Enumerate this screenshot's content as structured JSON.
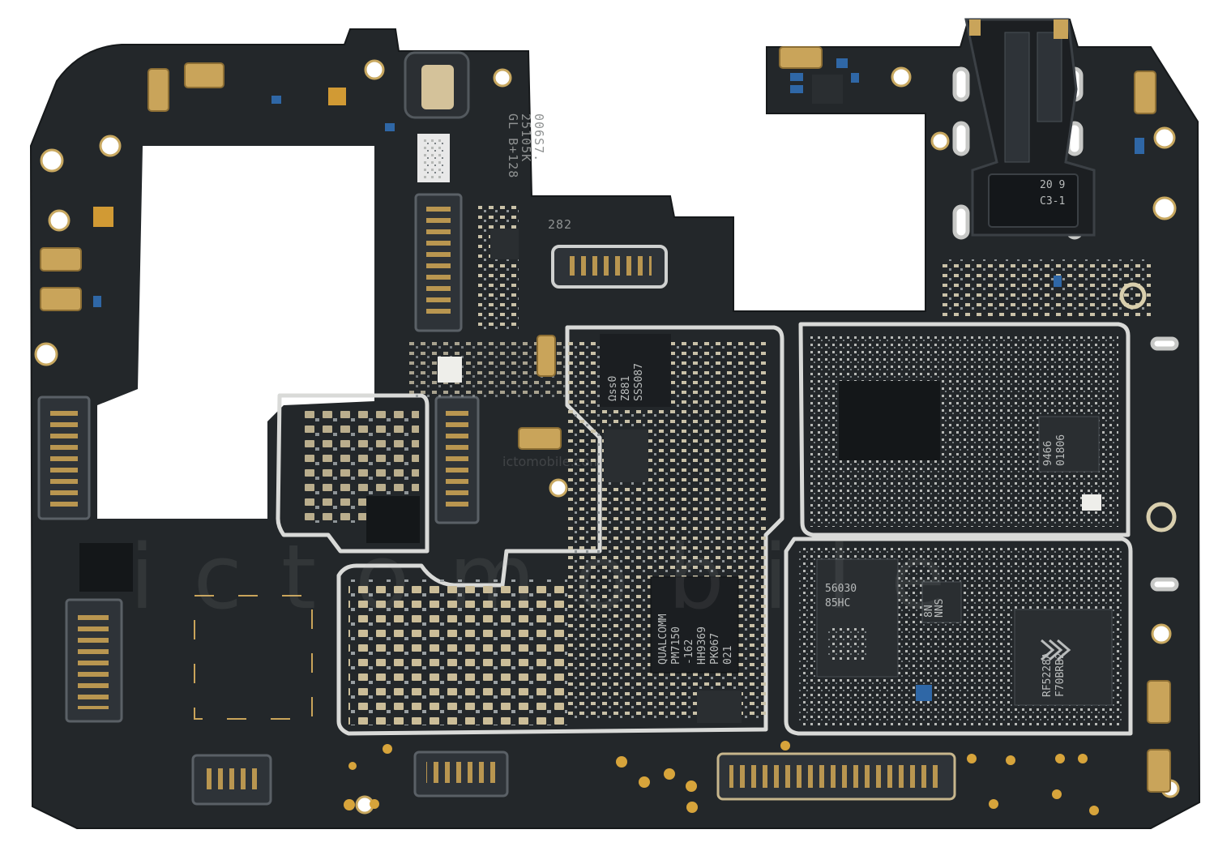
{
  "image": {
    "subject": "Smartphone mainboard (PCB)",
    "board_color": "#23272a"
  },
  "silkscreen": {
    "line1": "GL  B+128",
    "line2": "25105K",
    "line3": "006S7.",
    "board_num": "282",
    "jack_code1": "20 9",
    "jack_code2": "C3-1"
  },
  "chips": {
    "pmic_brand": "QUALCOMM",
    "pmic_model": "PM7150",
    "pmic_line3": "-162",
    "pmic_line4": "HH9369",
    "pmic_line5": "PK067",
    "pmic_line6": "021",
    "small_chip1_l1": "Ωss0",
    "small_chip1_l2": "Z881",
    "small_chip1_l3": "SSS087",
    "ic_56030_l1": "56030",
    "ic_56030_l2": "85HC",
    "ic_9466_l1": "9466",
    "ic_9466_l2": "01806",
    "ic_rf_l1": "RF5228A",
    "ic_rf_l2": "F70BRB2",
    "ic_small_l1": "8N",
    "ic_small_l2": "NNS"
  },
  "watermark": {
    "small": "ictomobile.com",
    "big": "ictomobile"
  },
  "colors": {
    "gold": "#c9a45a",
    "shield": "#d9dad8",
    "connector": "#2e3338",
    "cap": "#cdbf9a"
  }
}
